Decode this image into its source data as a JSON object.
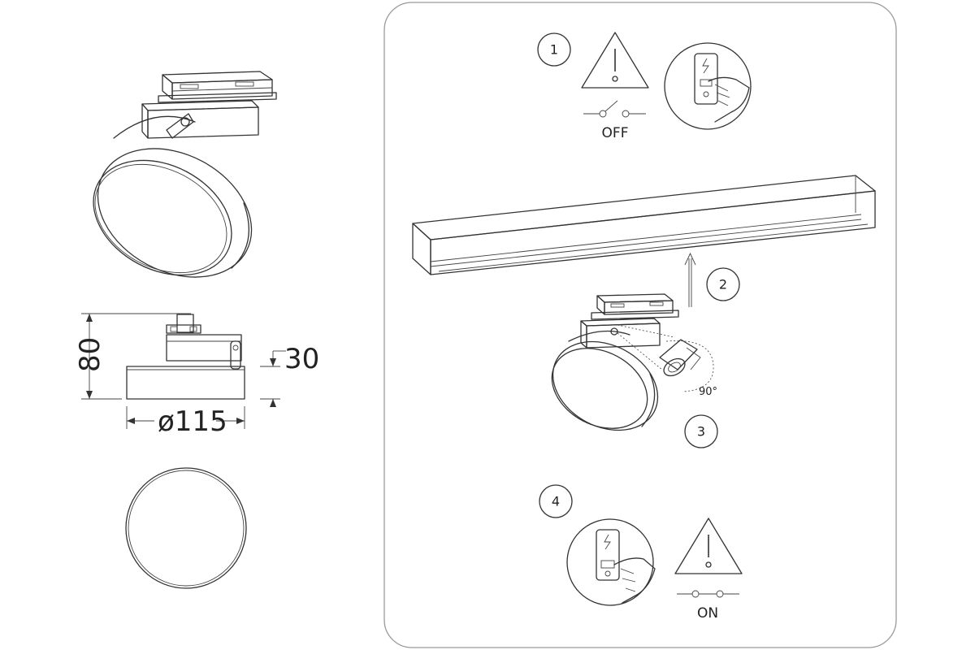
{
  "dimensions": {
    "height": "80",
    "body_height": "30",
    "diameter": "ø115"
  },
  "steps": [
    {
      "number": "1",
      "switch_label": "OFF"
    },
    {
      "number": "2"
    },
    {
      "number": "3",
      "angle": "90°"
    },
    {
      "number": "4",
      "switch_label": "ON"
    }
  ],
  "icons": [
    "warning-icon",
    "switch-off-icon",
    "switch-on-icon",
    "hand-press-icon",
    "lightning-icon",
    "arrow-up-icon"
  ],
  "colors": {
    "line": "#333333",
    "panel_border": "#999999",
    "background": "#ffffff"
  }
}
